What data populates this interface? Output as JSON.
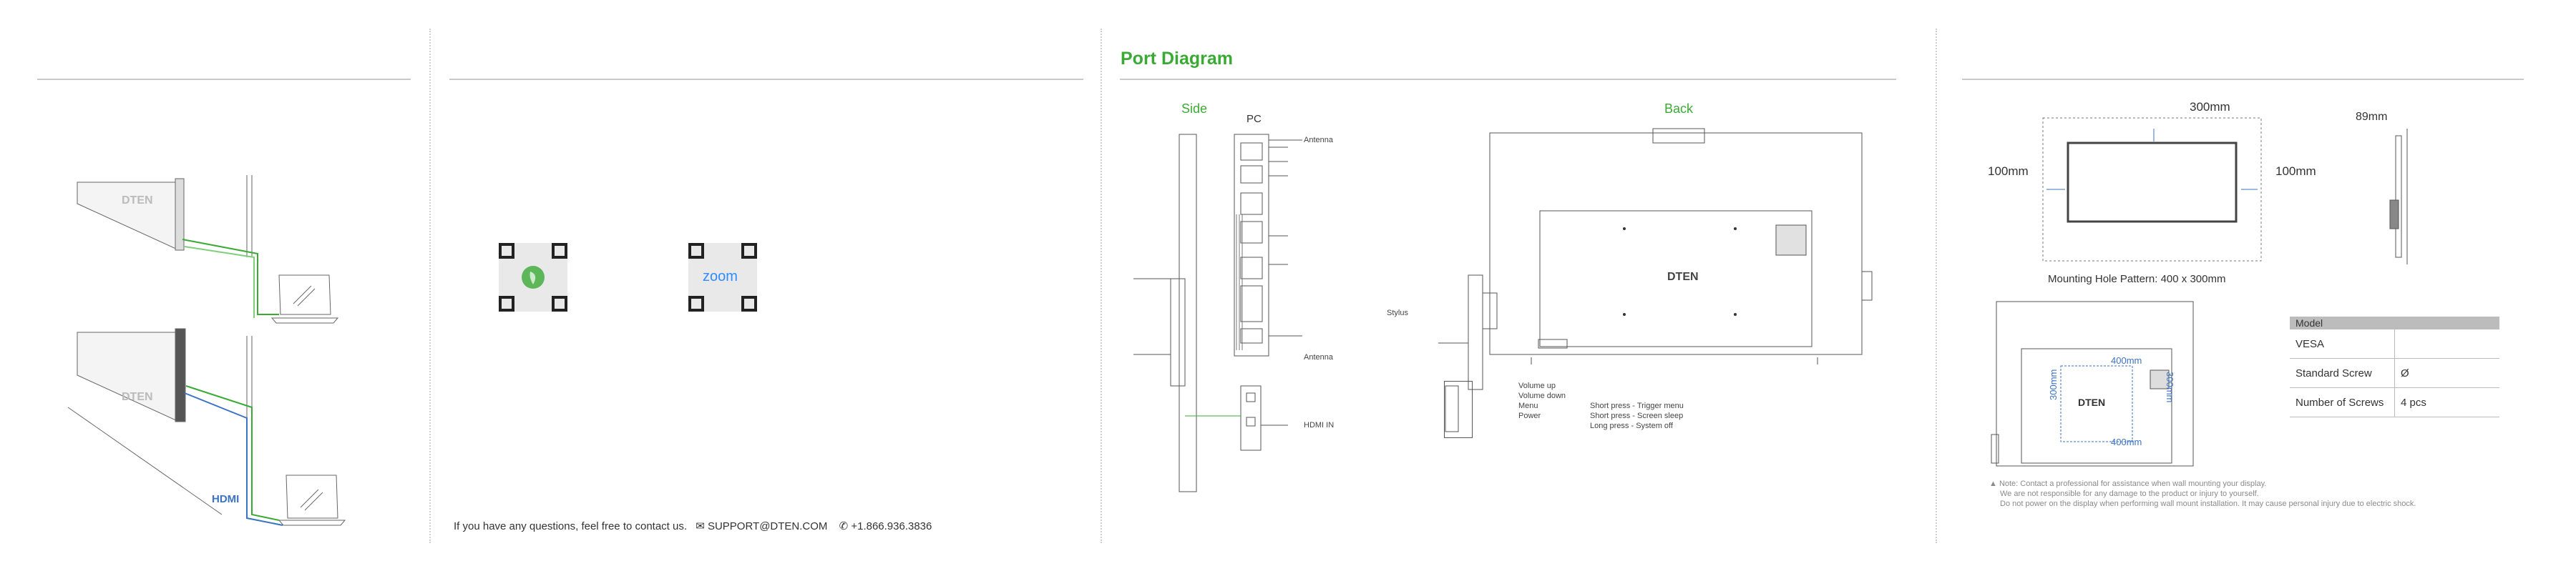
{
  "contact": {
    "prompt": "If you have any questions, feel free to contact us.",
    "email": "SUPPORT@DTEN.COM",
    "phone": "+1.866.936.3836",
    "email_icon": "mail-icon",
    "phone_icon": "phone-icon"
  },
  "connection": {
    "hdmi_label": "HDMI",
    "brand_logo": "DTEN"
  },
  "qr_codes": [
    {
      "name": "app-qr-code",
      "center": "leaf-logo"
    },
    {
      "name": "zoom-qr-code",
      "center_text": "zoom"
    }
  ],
  "port_diagram": {
    "title": "Port Diagram",
    "side_label": "Side",
    "pc_label": "PC",
    "back_label": "Back",
    "antenna_top": "Antenna",
    "antenna_bottom": "Antenna",
    "hdmi_in": "HDMI IN",
    "stylus": "Stylus",
    "brand_logo": "DTEN",
    "buttons": [
      "Volume up",
      "Volume down",
      "Menu",
      "Power"
    ],
    "power_actions": [
      "Short press - Trigger menu",
      "Short press - Screen sleep",
      "Long press - System off"
    ]
  },
  "mounting": {
    "width_dim": "300mm",
    "left_margin": "100mm",
    "right_margin": "100mm",
    "depth": "89mm",
    "caption": "Mounting Hole Pattern: 400 x 300mm",
    "hole_width_top": "400mm",
    "hole_width_bottom": "400mm",
    "hole_height_left": "300mm",
    "hole_height_right": "300mm",
    "brand_logo": "DTEN",
    "table": {
      "header": "Model",
      "rows": [
        {
          "label": "VESA",
          "value": ""
        },
        {
          "label": "Standard Screw",
          "value": "Ø"
        },
        {
          "label": "Number of Screws",
          "value": "4 pcs"
        }
      ]
    },
    "notes": [
      "▲ Note: Contact a professional for assistance when wall mounting your display.",
      "We are not responsible for any damage to the product or injury to yourself.",
      "Do not power on the display when performing wall mount installation. It may cause personal injury due to electric shock."
    ]
  },
  "colors": {
    "accent": "#3aaa35",
    "hdmi_blue": "#3b73c4",
    "line": "#555555"
  }
}
